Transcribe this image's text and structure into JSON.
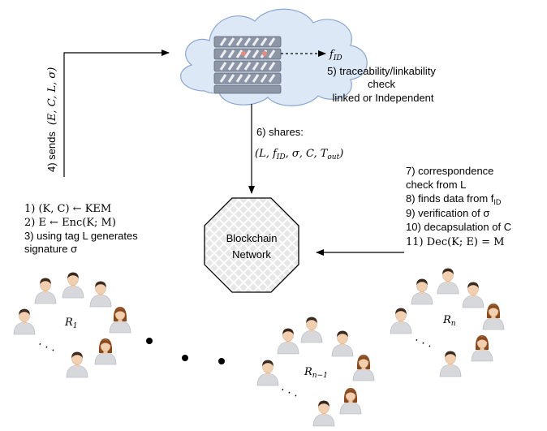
{
  "cloud": {
    "f_id_label": "f",
    "f_id_sub": "ID",
    "step5_line1": "5) traceability/linkability",
    "step5_line2": "check",
    "step5_line3": "linked or Independent"
  },
  "sends": {
    "label_prefix": "4) sends",
    "tuple": "(E, C, L, σ)"
  },
  "shares": {
    "label": "6) shares:",
    "tuple_a": "(L, f",
    "tuple_a_sub": "ID",
    "tuple_b": ", σ, C, T",
    "tuple_b_sub": "out",
    "tuple_c": ")"
  },
  "left_steps": {
    "s1": "1) (K, C) ← KEM",
    "s2": "2) E ← Enc(K; M)",
    "s3a": "3) using tag L generates",
    "s3b": "signature σ"
  },
  "blockchain": {
    "line1": "Blockchain",
    "line2": "Network"
  },
  "right_steps": {
    "s7a": "7) correspondence",
    "s7b": "check from L",
    "s8a": "8) finds data from f",
    "s8sub": "ID",
    "s9": "9) verification of σ",
    "s10": "10) decapsulation of C",
    "s11": "11) Dec(K; E) = M"
  },
  "rings": {
    "r1": "R",
    "r1_sub": "1",
    "rn": "R",
    "rn_sub": "n",
    "rn1": "R",
    "rn1_sub": "n−1"
  },
  "colors": {
    "cloud_fill": "#dde8f7",
    "cloud_stroke": "#8aa6cf",
    "server_dark": "#8c96a6",
    "server_light": "#eef0f4",
    "octagon_fill": "#e6e6e6",
    "user_head": "#f2cfae",
    "user_body": "#d6d8dc",
    "user_hair": "#3a2a1e",
    "user_hair_f": "#8a4a1c"
  }
}
